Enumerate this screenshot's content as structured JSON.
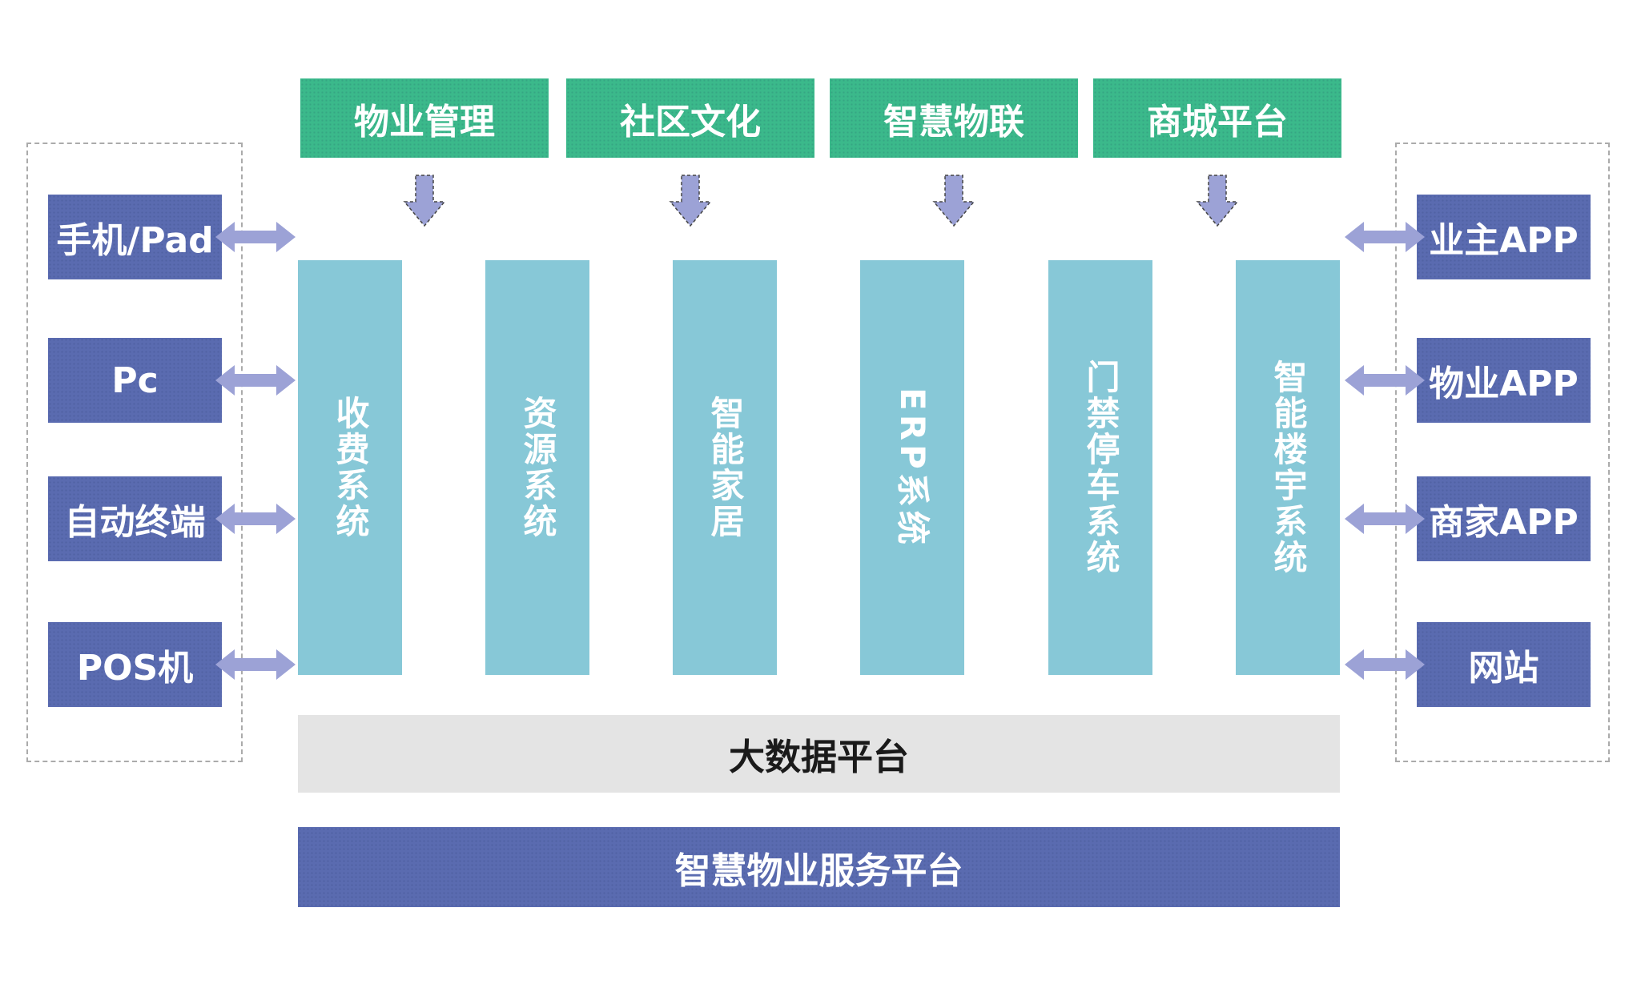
{
  "colors": {
    "module_green": "#3BB98B",
    "terminal_blue": "#5A6BB0",
    "system_teal": "#87C8D7",
    "arrow_purple": "#9CA2D6",
    "platform_gray": "#E4E4E4",
    "platform_blue": "#5A6BB0",
    "text_white": "#FFFFFF",
    "text_black": "#1A1A1A"
  },
  "top_modules": [
    {
      "label": "物业管理"
    },
    {
      "label": "社区文化"
    },
    {
      "label": "智慧物联"
    },
    {
      "label": "商城平台"
    }
  ],
  "left_terminals": [
    {
      "label": "手机/Pad"
    },
    {
      "label": "Pc"
    },
    {
      "label": "自动终端"
    },
    {
      "label": "POS机"
    }
  ],
  "right_terminals": [
    {
      "label": "业主APP"
    },
    {
      "label": "物业APP"
    },
    {
      "label": "商家APP"
    },
    {
      "label": "网站"
    }
  ],
  "systems": [
    {
      "label": "收费系统",
      "orientation": "upright"
    },
    {
      "label": "资源系统",
      "orientation": "upright"
    },
    {
      "label": "智能家居",
      "orientation": "upright"
    },
    {
      "label": "ERP系统",
      "orientation": "sideways"
    },
    {
      "label": "门禁停车系统",
      "orientation": "upright"
    },
    {
      "label": "智能楼宇系统",
      "orientation": "upright"
    }
  ],
  "platforms": {
    "big_data": "大数据平台",
    "service": "智慧物业服务平台"
  }
}
